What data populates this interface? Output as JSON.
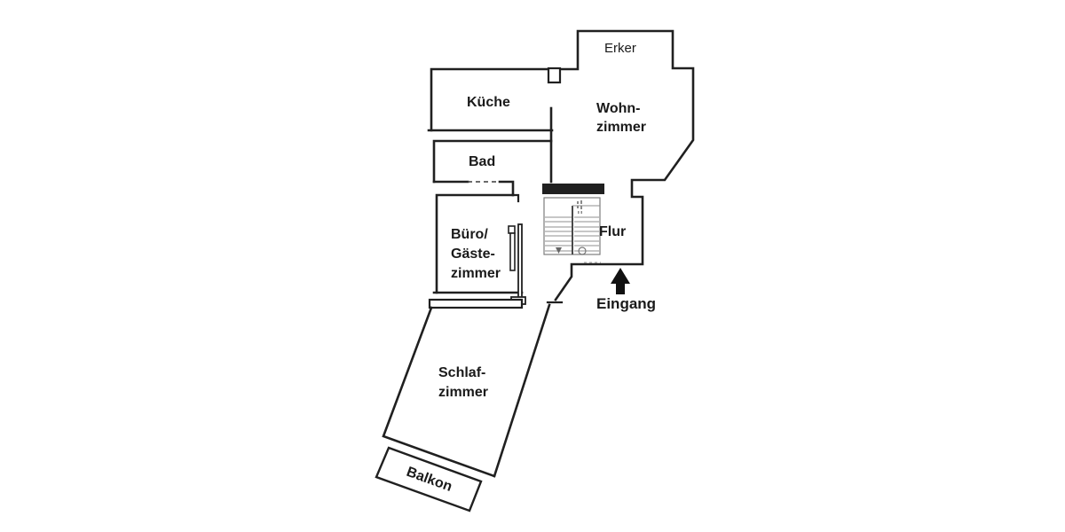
{
  "plan": {
    "type": "apartment-floor-plan",
    "language": "de"
  },
  "rooms": {
    "erker": {
      "label": "Erker"
    },
    "kueche": {
      "label": "Küche"
    },
    "wohnzimmer": {
      "line1": "Wohn-",
      "line2": "zimmer"
    },
    "bad": {
      "label": "Bad"
    },
    "buero": {
      "line1": "Büro/",
      "line2": "Gäste-",
      "line3": "zimmer"
    },
    "flur": {
      "label": "Flur"
    },
    "schlafzimmer": {
      "line1": "Schlaf-",
      "line2": "zimmer"
    },
    "balkon": {
      "label": "Balkon"
    }
  },
  "entrance": {
    "label": "Eingang"
  },
  "icons": {
    "entrance_arrow": "up-arrow",
    "staircase": "double-flight-staircase-with-turn-circle"
  },
  "colors": {
    "background": "#ffffff",
    "wall": "#202020",
    "stair_gray": "#8f8f8f",
    "text": "#1a1a1a"
  }
}
